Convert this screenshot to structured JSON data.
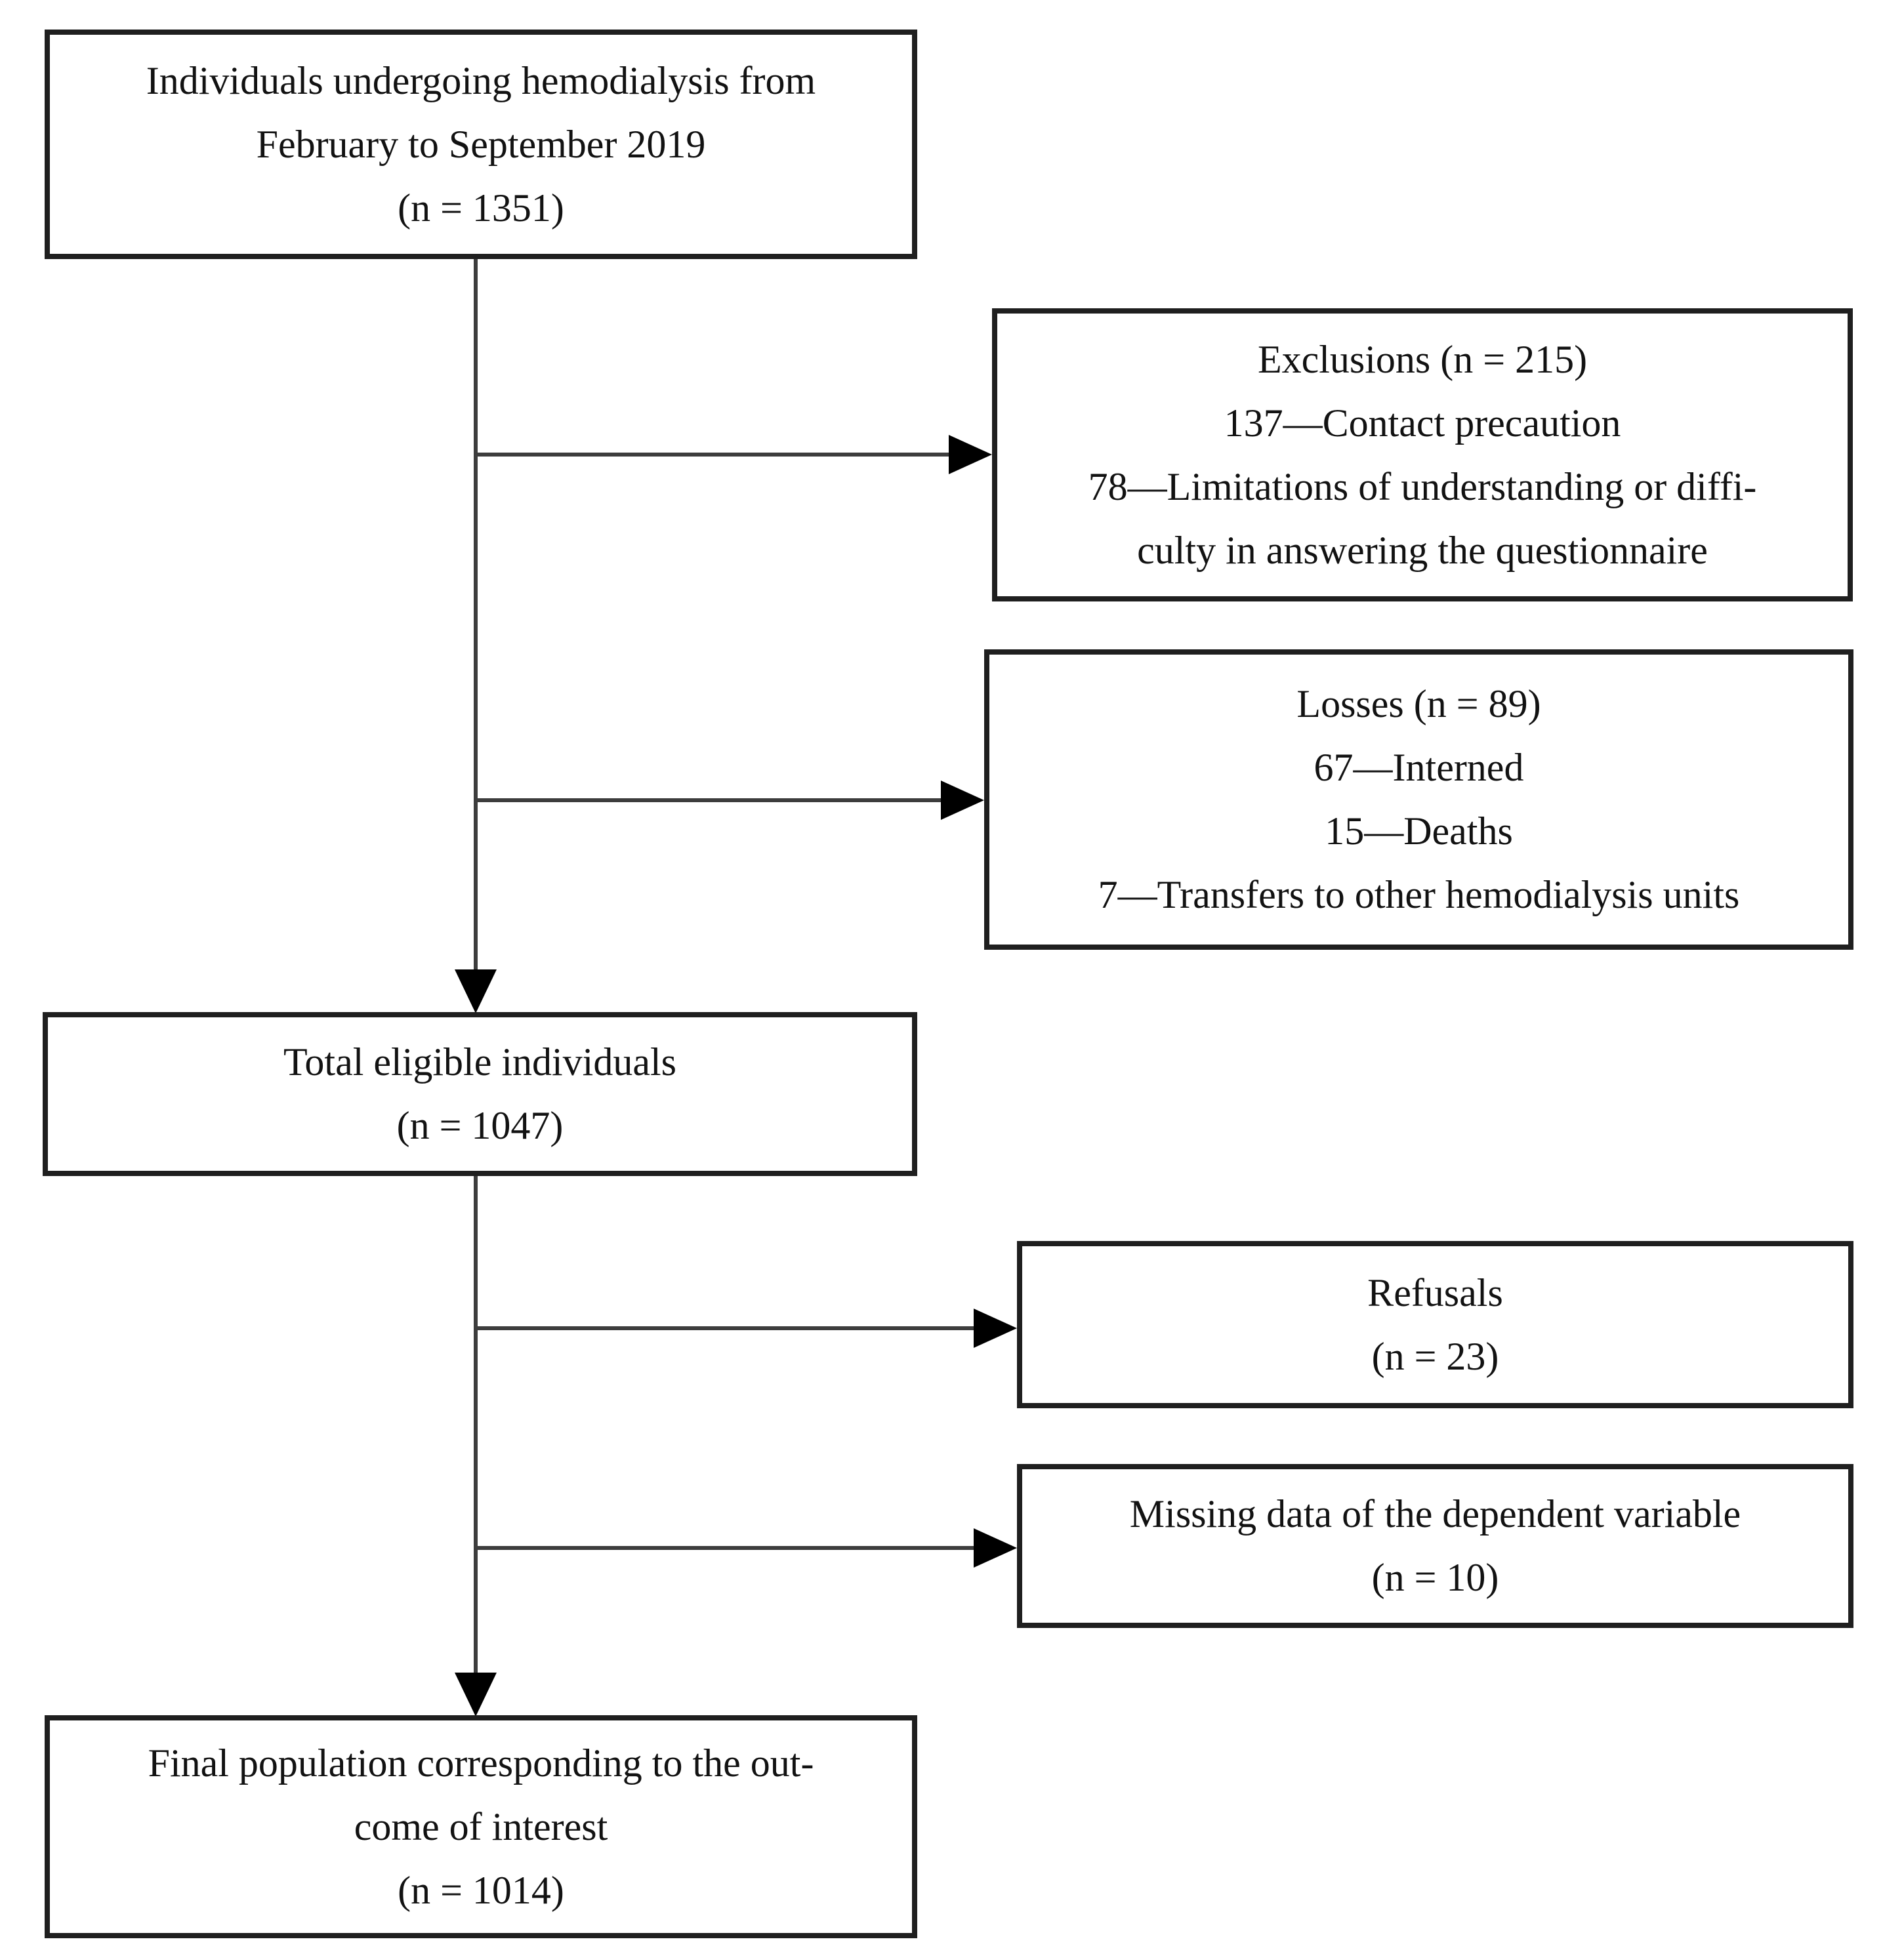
{
  "colors": {
    "background": "#ffffff",
    "box_border": "#1f1f1f",
    "text": "#121212",
    "connector": "#3d3d3d",
    "arrowhead": "#000000"
  },
  "boxes": {
    "population": {
      "lines": [
        "Individuals undergoing hemodialysis from",
        "February to September 2019",
        "(n = 1351)"
      ]
    },
    "exclusions": {
      "lines": [
        "Exclusions (n = 215)",
        "137—Contact precaution",
        "78—Limitations of understanding or diffi-",
        "culty in answering the questionnaire"
      ]
    },
    "losses": {
      "lines": [
        "Losses (n = 89)",
        "67—Interned",
        "15—Deaths",
        "7—Transfers to other hemodialysis units"
      ]
    },
    "eligible": {
      "lines": [
        "Total eligible individuals",
        "(n = 1047)"
      ]
    },
    "refusals": {
      "lines": [
        "Refusals",
        "(n = 23)"
      ]
    },
    "missing_data": {
      "lines": [
        "Missing data of the dependent variable",
        "(n = 10)"
      ]
    },
    "final": {
      "lines": [
        "Final population corresponding to the out-",
        "come of interest",
        "(n = 1014)"
      ]
    }
  }
}
